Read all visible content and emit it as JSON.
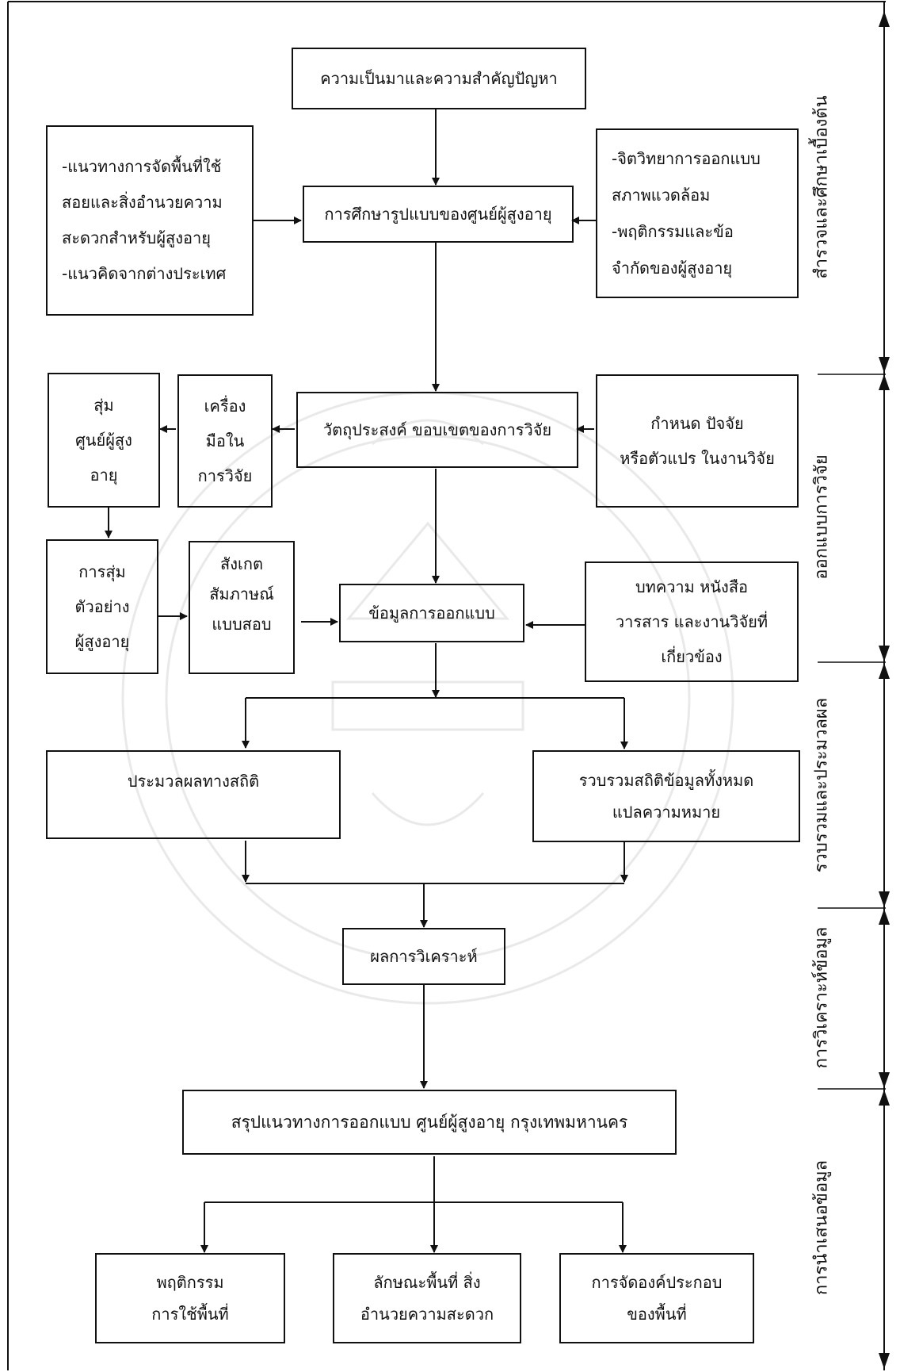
{
  "boxes": {
    "background": "ความเป็นมาและความสำคัญปัญหา",
    "study_pattern": "การศึกษารูปแบบของศูนย์ผู้สูงอายุ",
    "facilities": [
      "-แนวทางการจัดพื้นที่ใช้",
      "สอยและสิ่งอำนวยความ",
      "สะดวกสำหรับผู้สูงอายุ",
      "-แนวคิดจากต่างประเทศ"
    ],
    "psychology": [
      "-จิตวิทยาการออกแบบ",
      "สภาพแวดล้อม",
      "-พฤติกรรมและข้อ",
      "จำกัดของผู้สูงอายุ"
    ],
    "objective": "วัตถุประสงค์ ขอบเขตของการวิจัย",
    "factors": [
      "กำหนด ปัจจัย",
      "หรือตัวแปร ในงานวิจัย"
    ],
    "tools": [
      "เครื่อง",
      "มือใน",
      "การวิจัย"
    ],
    "sample_center": [
      "สุ่ม",
      "ศูนย์ผู้สูง",
      "อายุ"
    ],
    "sample_elderly": [
      "การสุ่ม",
      "ตัวอย่าง",
      "ผู้สูงอายุ"
    ],
    "methods": [
      "สังเกต",
      "สัมภาษณ์",
      "แบบสอบ"
    ],
    "design_data": "ข้อมูลการออกแบบ",
    "literature": [
      "บทความ หนังสือ",
      "วารสาร และงานวิจัยที่",
      "เกี่ยวข้อง"
    ],
    "stat_process": "ประมวลผลทางสถิติ",
    "collect_all": [
      "รวบรวมสถิติข้อมูลทั้งหมด",
      "แปลความหมาย"
    ],
    "analysis_result": "ผลการวิเคราะห์",
    "summary": "สรุปแนวทางการออกแบบ ศูนย์ผู้สูงอายุ กรุงเทพมหานคร",
    "behavior": [
      "พฤติกรรม",
      "การใช้พื้นที่"
    ],
    "space_character": [
      "ลักษณะพื้นที่ สิ่ง",
      "อำนวยความสะดวก"
    ],
    "components": [
      "การจัดองค์ประกอบ",
      "ของพื้นที่"
    ]
  },
  "stages": [
    "สำรวจและศึกษาเบื้องต้น",
    "ออกแบบการวิจัย",
    "รวบรวมและประมวลผล",
    "การวิเคราะห์ข้อมูล",
    "การนำเสนอข้อมูล"
  ]
}
